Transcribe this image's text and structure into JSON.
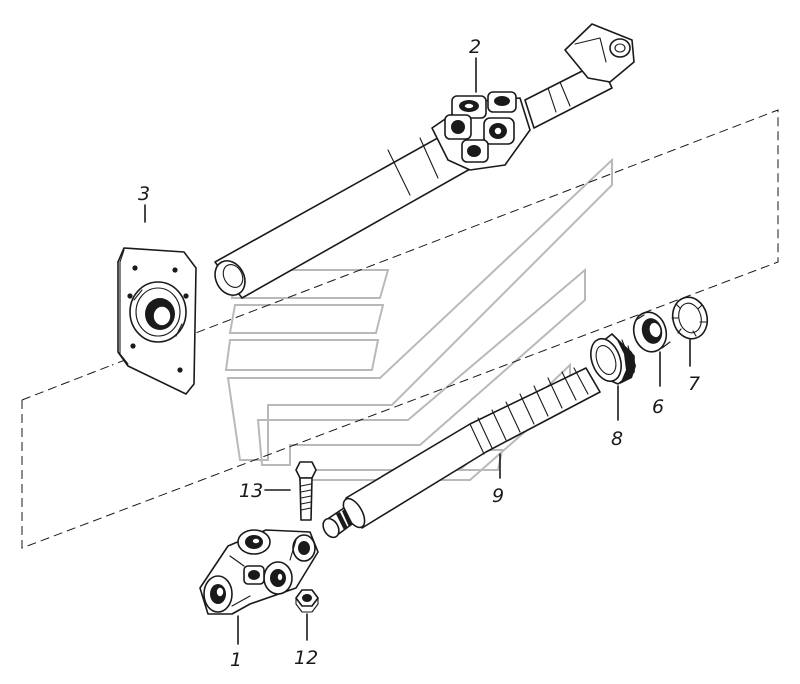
{
  "callouts": {
    "part1": "1",
    "part2": "2",
    "part3": "3",
    "part6": "6",
    "part7": "7",
    "part8": "8",
    "part9": "9",
    "part12": "12",
    "part13": "13"
  }
}
